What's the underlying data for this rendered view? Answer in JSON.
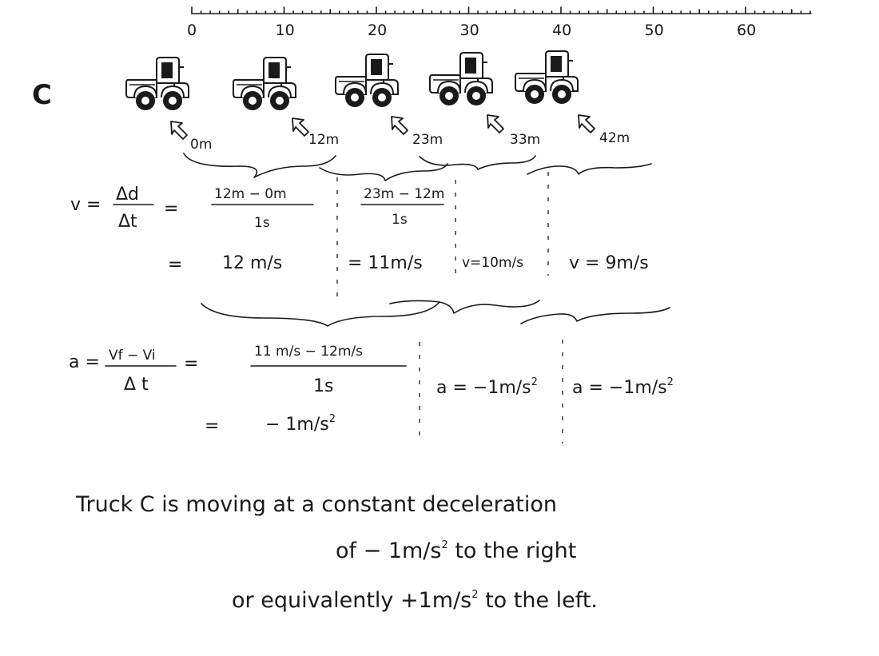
{
  "ruler": {
    "ticks": [
      "0",
      "10",
      "20",
      "30",
      "40",
      "50",
      "60"
    ]
  },
  "label": "C",
  "trucks": {
    "distances": [
      "0m",
      "12m",
      "23m",
      "33m",
      "42m"
    ],
    "icon": "pickup-truck-icon",
    "marker_icon": "pointer-arrow-icon"
  },
  "velocity": {
    "formula_lhs": "v =",
    "formula_num": "Δd",
    "formula_den": "Δt",
    "formula_eq": "=",
    "seg1_num": "12m − 0m",
    "seg1_den": "1s",
    "seg2_num": "23m − 12m",
    "seg2_den": "1s",
    "result_eq": "=",
    "v1": "12 m/s",
    "v2": "= 11m/s",
    "v3": "v=10m/s",
    "v4": "v = 9m/s"
  },
  "acceleration": {
    "formula_lhs": "a =",
    "formula_num": "Vf − Vi",
    "formula_den": "Δ t",
    "formula_eq": "=",
    "seg1_num": "11 m/s − 12m/s",
    "seg1_den": "1s",
    "result_eq": "=",
    "a1_base": "− 1m/s",
    "a2_base": "a = −1m/s",
    "a3_base": "a = −1m/s",
    "exponent": "2"
  },
  "conclusion": {
    "line1": "Truck  C  is  moving  at  a  constant  deceleration",
    "line2_pre": "of  − 1m/s",
    "line2_post": "  to  the  right",
    "line3_pre": "or  equivalently  +1m/s",
    "line3_post": "  to  the  left.",
    "exponent": "2"
  }
}
